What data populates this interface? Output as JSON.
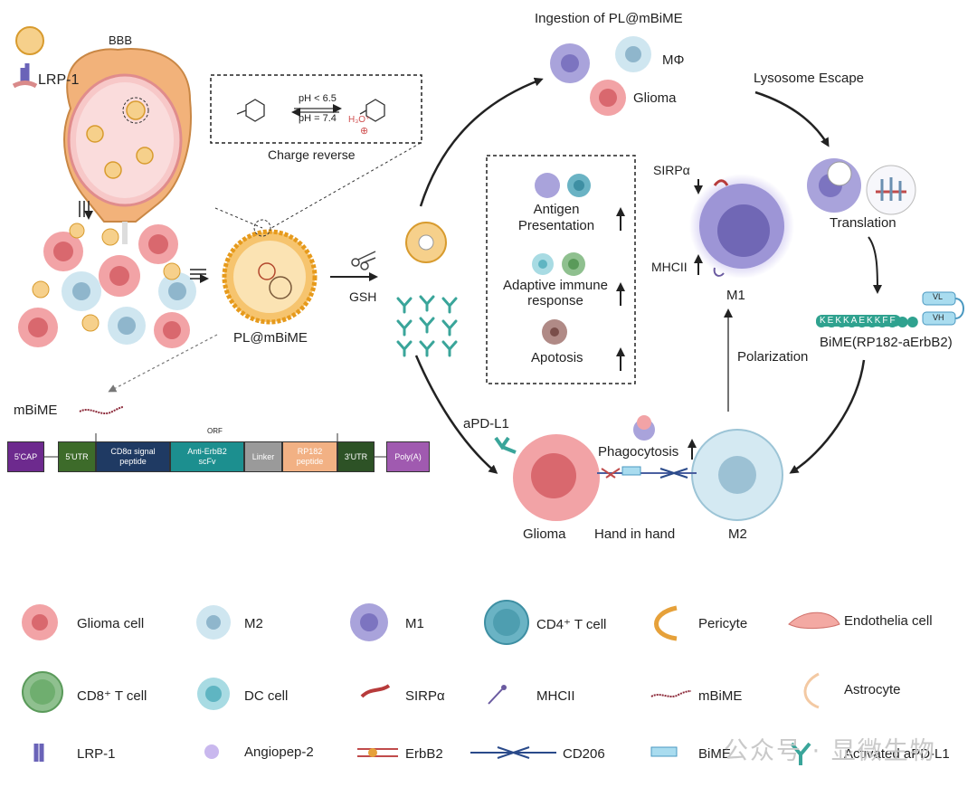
{
  "labels": {
    "bbb": "BBB",
    "lrp1_top": "LRP-1",
    "ph_low": "pH < 6.5",
    "ph_high": "pH = 7.4",
    "h3o": "H₃O⁺",
    "plus": "⊕",
    "charge_reverse": "Charge reverse",
    "pl_mbime": "PL@mBiME",
    "gsh": "GSH",
    "mbime_top": "mBiME",
    "orf": "ORF",
    "ingestion": "Ingestion of PL@mBiME",
    "mphi": "MΦ",
    "glioma_top": "Glioma",
    "lysosome": "Lysosome Escape",
    "translation": "Translation",
    "sirpa": "SIRPα",
    "mhcii": "MHCII",
    "m1": "M1",
    "antigen": "Antigen\nPresentation",
    "adaptive": "Adaptive immune\nresponse",
    "apoptosis": "Apotosis",
    "kerk": "KEKKAEKKFF",
    "vl": "VL",
    "vh": "VH",
    "bime_rp": "BiME(RP182-aErbB2)",
    "polarization": "Polarization",
    "apdl1": "aPD-L1",
    "phagocytosis": "Phagocytosis",
    "glioma_bottom": "Glioma",
    "hand": "Hand in hand",
    "m2_bottom": "M2"
  },
  "construct": [
    {
      "label": "5'CAP",
      "color": "#6d2a8e"
    },
    {
      "label": "5'UTR",
      "color": "#3d6b2a"
    },
    {
      "label": "CD8α signal\npeptide",
      "color": "#1f3a63"
    },
    {
      "label": "Anti-ErbB2\nscFv",
      "color": "#1c8f8f"
    },
    {
      "label": "Linker",
      "color": "#9a9a9a"
    },
    {
      "label": "RP182\npeptide",
      "color": "#f2b184"
    },
    {
      "label": "3'UTR",
      "color": "#2d5226"
    },
    {
      "label": "Poly(A)",
      "color": "#a05ab0"
    }
  ],
  "legend": [
    {
      "id": "glioma",
      "label": "Glioma cell"
    },
    {
      "id": "m2",
      "label": "M2"
    },
    {
      "id": "m1",
      "label": "M1"
    },
    {
      "id": "cd4",
      "label": "CD4⁺ T cell"
    },
    {
      "id": "pericyte",
      "label": "Pericyte"
    },
    {
      "id": "endo",
      "label": "Endothelia cell"
    },
    {
      "id": "cd8",
      "label": "CD8⁺ T cell"
    },
    {
      "id": "dc",
      "label": "DC cell"
    },
    {
      "id": "sirpa",
      "label": "SIRPα"
    },
    {
      "id": "mhcii",
      "label": "MHCII"
    },
    {
      "id": "mbime",
      "label": "mBiME"
    },
    {
      "id": "astro",
      "label": "Astrocyte"
    },
    {
      "id": "lrp1",
      "label": "LRP-1"
    },
    {
      "id": "angio",
      "label": "Angiopep-2"
    },
    {
      "id": "erbb2",
      "label": "ErbB2"
    },
    {
      "id": "cd206",
      "label": "CD206"
    },
    {
      "id": "bime",
      "label": "BiME"
    },
    {
      "id": "apdl1",
      "label": "Activated aPD-L1"
    }
  ],
  "watermark": "公众号 · 显微生物",
  "colors": {
    "glioma": "#f2a3a6",
    "glioma_core": "#d9686e",
    "m2": "#cfe6f0",
    "m2_core": "#8fb6cc",
    "m1": "#a9a3db",
    "m1_core": "#7c74c0",
    "cd4": "#6ab3c4",
    "cd8": "#8fc08f",
    "teal": "#3aa59a",
    "nano": "#f0a02a"
  }
}
